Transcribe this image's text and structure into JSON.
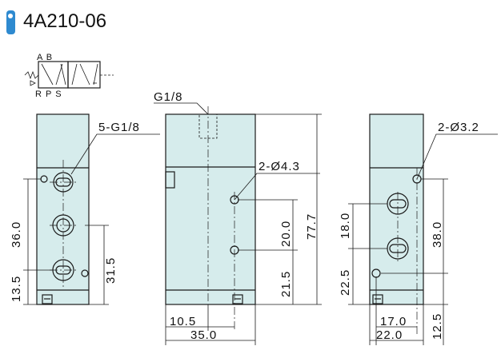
{
  "title": "4A210-06",
  "accent_color": "#2e8ad0",
  "body_color": "#d6ecec",
  "symbol": {
    "ports_top": "A B",
    "ports_bottom": "R P S"
  },
  "left_view": {
    "ports_label": "5-G1/8",
    "dim_36": "36.0",
    "dim_13_5": "13.5",
    "dim_31_5": "31.5"
  },
  "middle_view": {
    "top_port_label": "G1/8",
    "holes_label": "2-Ø4.3",
    "dim_20": "20.0",
    "dim_21_5": "21.5",
    "dim_77_7": "77.7",
    "dim_10_5": "10.5",
    "dim_35": "35.0"
  },
  "right_view": {
    "holes_label": "2-Ø3.2",
    "dim_18": "18.0",
    "dim_22_5": "22.5",
    "dim_38": "38.0",
    "dim_17": "17.0",
    "dim_22": "22.0",
    "dim_12_5": "12.5"
  }
}
